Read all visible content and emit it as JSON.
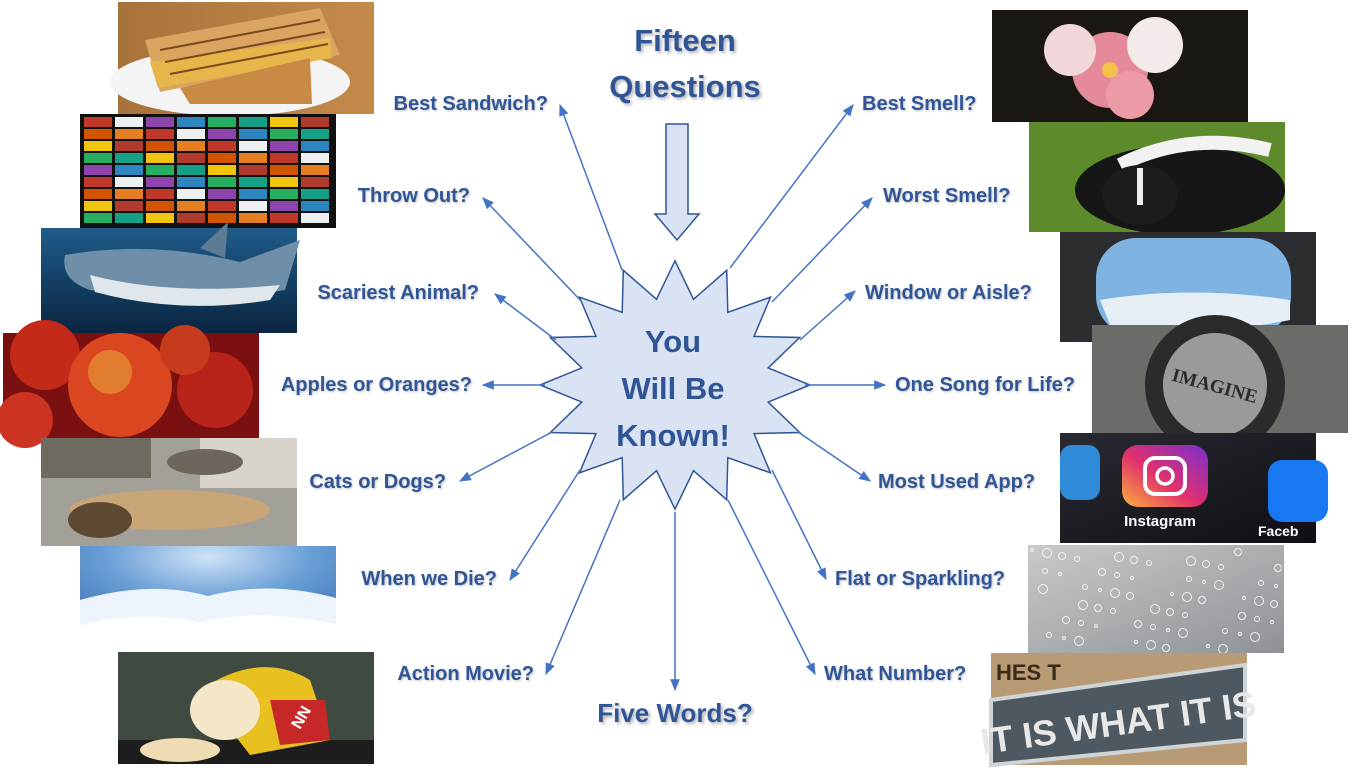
{
  "title_lines": [
    "Fifteen",
    "Questions"
  ],
  "center_lines": [
    "You",
    "Will Be",
    "Known!"
  ],
  "bottom_question": "Five Words?",
  "left_questions": [
    "Best Sandwich?",
    "Throw Out?",
    "Scariest Animal?",
    "Apples or Oranges?",
    "Cats or Dogs?",
    "When we Die?",
    "Action Movie?"
  ],
  "right_questions": [
    "Best Smell?",
    "Worst Smell?",
    "Window or Aisle?",
    "One Song for Life?",
    "Most Used App?",
    "Flat or Sparkling?",
    "What Number?"
  ],
  "photo_captions": {
    "imagine_mosaic": "IMAGINE",
    "app_icon": "Instagram",
    "app_icon_partial": "Faceb",
    "sign": "IT IS WHAT IT IS",
    "sign_partial": "HES T",
    "popcorn_bucket": "NN"
  },
  "colors": {
    "text": "#2f5597",
    "arrow": "#4472c4",
    "star_fill": "#dae3f3",
    "star_stroke": "#2f5597"
  }
}
